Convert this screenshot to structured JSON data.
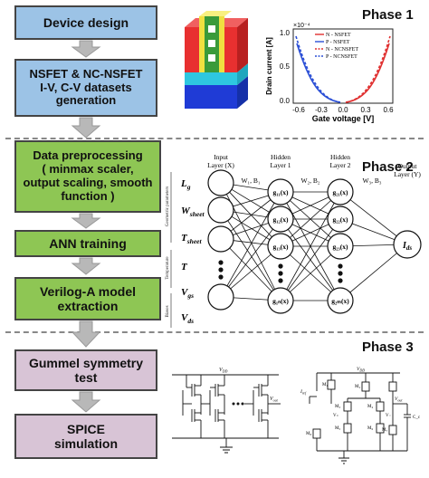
{
  "phases": [
    "Phase 1",
    "Phase 2",
    "Phase 3"
  ],
  "flow": {
    "device_design": "Device design",
    "datasets": [
      "NSFET & NC-NSFET",
      "I-V, C-V datasets",
      "generation"
    ],
    "preprocessing": [
      "Data preprocessing",
      "( minmax scaler,",
      "output scaling, smooth",
      "function )"
    ],
    "ann_training": "ANN training",
    "verilog": [
      "Verilog-A model",
      "extraction"
    ],
    "gummel": [
      "Gummel symmetry",
      "test"
    ],
    "spice": [
      "SPICE",
      "simulation"
    ]
  },
  "iv_plot": {
    "ylabel": "Drain current [A]",
    "xlabel": "Gate voltage [V]",
    "multiplier": "×10⁻⁴",
    "yticks": [
      "1.0",
      "0.5",
      "0.0"
    ],
    "xticks": [
      "-0.6",
      "-0.3",
      "0.0",
      "0.3",
      "0.6"
    ],
    "legend": [
      "N - NSFET",
      "P - NSFET",
      "N - NCNSFET",
      "P - NCNSFET"
    ],
    "colors": {
      "n": "#e03030",
      "p": "#2b4fd6"
    }
  },
  "ann": {
    "input_title": [
      "Input",
      "Layer (X)"
    ],
    "hidden1_title": [
      "Hidden",
      "Layer 1"
    ],
    "hidden2_title": [
      "Hidden",
      "Layer 2"
    ],
    "output_title": [
      "Output",
      "Layer (Y)"
    ],
    "weights": [
      "W₁, B₁",
      "W₂, B₂",
      "W₃, B₃"
    ],
    "inputs": [
      "L",
      "W",
      "T",
      "T",
      "V",
      "V"
    ],
    "input_subs": [
      "g",
      "sheet",
      "sheet",
      "",
      "gs",
      "ds"
    ],
    "group_labels": [
      "Geometric parameters",
      "Temperature",
      "Biases"
    ],
    "h1": [
      "g₁₁(x)",
      "g₁₂(x)",
      "g₁₃(x)",
      "g₁ₙ(x)"
    ],
    "h2": [
      "g₂₁(x)",
      "g₂₂(x)",
      "g₂₃(x)",
      "g₂ₘ(x)"
    ],
    "output": "I",
    "output_sub": "ds"
  },
  "circuits": {
    "vdd": "V",
    "vdd_sub": "DD",
    "vout": "V",
    "vout_sub": "out",
    "iref": "I",
    "iref_sub": "ref",
    "m_labels": [
      "M₁",
      "M₂",
      "M₃",
      "M₄",
      "M₅",
      "M₆",
      "M₇",
      "M₈"
    ],
    "vp": "V₊",
    "vm": "V₋",
    "cc": "C_c"
  }
}
